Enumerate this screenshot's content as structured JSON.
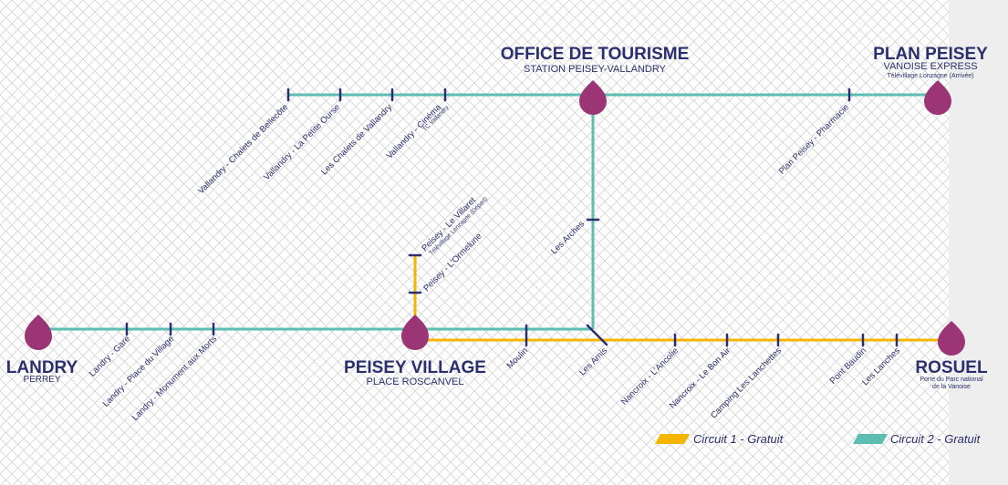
{
  "colors": {
    "circuit1": "#f5b600",
    "circuit2": "#5cbdb1",
    "hub": "#9c3575",
    "text": "#2b2f6e",
    "grid": "#d3d3d3",
    "right_band": "#eeeeee"
  },
  "hubs": {
    "landry": {
      "title": "LANDRY",
      "subtitle": "PERREY"
    },
    "peisey_village": {
      "title": "PEISEY VILLAGE",
      "subtitle": "PLACE ROSCANVEL"
    },
    "office_tourisme": {
      "title": "OFFICE DE TOURISME",
      "subtitle": "STATION PEISEY-VALLANDRY"
    },
    "plan_peisey": {
      "title": "PLAN PEISEY",
      "subtitle": "VANOISE EXPRESS",
      "subtitle2": "Télévillage Lonzagne (Arrivée)"
    },
    "rosuel": {
      "title": "ROSUEL",
      "subtitle": "Porte du Parc national",
      "subtitle2": "de la Vanoise"
    }
  },
  "stops": {
    "vallandry_bellecote": "Vallandry - Chalets de Bellecôte",
    "vallandry_petite_ourse": "Vallandry - La Petite Ourse",
    "chalets_vallandry": "Les Chalets de Vallandry",
    "vallandry_cinema": "Vallandry - Cinéma",
    "vallandry_cinema_sub": "TC Vallandry",
    "plan_peisey_pharmacie": "Plan Peisey - Pharmacie",
    "les_arches": "Les Arches",
    "peisey_villaret": "Peisey - Le Villaret",
    "peisey_villaret_sub": "Télévillage Lonzagne (Départ)",
    "peisey_ormelune": "Peisey - L'Ormelune",
    "landry_gare": "Landry - Gare",
    "landry_place_village": "Landry - Place du Village",
    "landry_monument": "Landry - Monument aux Morts",
    "moulin": "Moulin",
    "les_amis": "Les Amis",
    "nancroix_ancolie": "Nancroix - L'Ancolie",
    "nancroix_bon_air": "Nancroix - Le Bon Air",
    "camping_lanchettes": "Camping Les Lanchettes",
    "pont_baudin": "Pont Baudin",
    "les_lanches": "Les Lanches"
  },
  "legend": {
    "circuit1": "Circuit 1 - Gratuit",
    "circuit2": "Circuit 2 - Gratuit"
  }
}
